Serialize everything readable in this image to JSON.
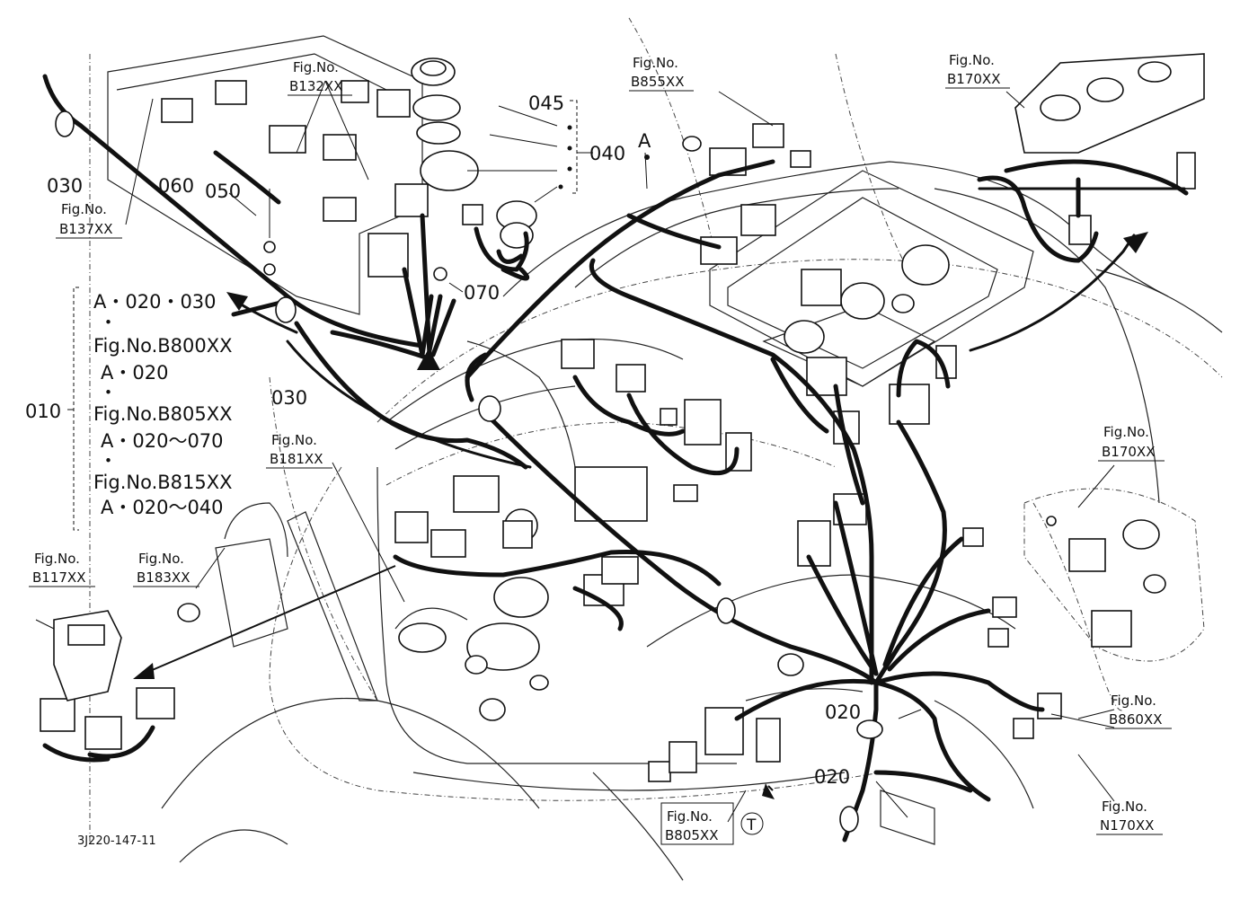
{
  "drawing_code": "3J220-147-11",
  "figure_refs": [
    {
      "id": "b132",
      "label": "Fig.No.",
      "code": "B132XX"
    },
    {
      "id": "b855",
      "label": "Fig.No.",
      "code": "B855XX"
    },
    {
      "id": "b170-top",
      "label": "Fig.No.",
      "code": "B170XX"
    },
    {
      "id": "b137",
      "label": "Fig.No.",
      "code": "B137XX"
    },
    {
      "id": "b181",
      "label": "Fig.No.",
      "code": "B181XX"
    },
    {
      "id": "b170-right",
      "label": "Fig.No.",
      "code": "B170XX"
    },
    {
      "id": "b117",
      "label": "Fig.No.",
      "code": "B117XX"
    },
    {
      "id": "b183",
      "label": "Fig.No.",
      "code": "B183XX"
    },
    {
      "id": "b860",
      "label": "Fig.No.",
      "code": "B860XX"
    },
    {
      "id": "n170",
      "label": "Fig.No.",
      "code": "N170XX"
    },
    {
      "id": "b805",
      "label": "Fig.No.",
      "code": "B805XX"
    }
  ],
  "part_numbers": {
    "p045": "045",
    "p040": "040",
    "point_a": "A",
    "p030_top": "030",
    "p060": "060",
    "p050": "050",
    "p070": "070",
    "p030_mid": "030",
    "p010": "010",
    "p020_a": "020",
    "p020_b": "020",
    "terminal_t": "T"
  },
  "assembly_box": {
    "lines": [
      "A・020・030",
      "・",
      "Fig.No.B800XX",
      "A・020",
      "・",
      "Fig.No.B805XX",
      "A・020～070",
      "・",
      "Fig.No.B815XX",
      "A・020～040"
    ]
  }
}
